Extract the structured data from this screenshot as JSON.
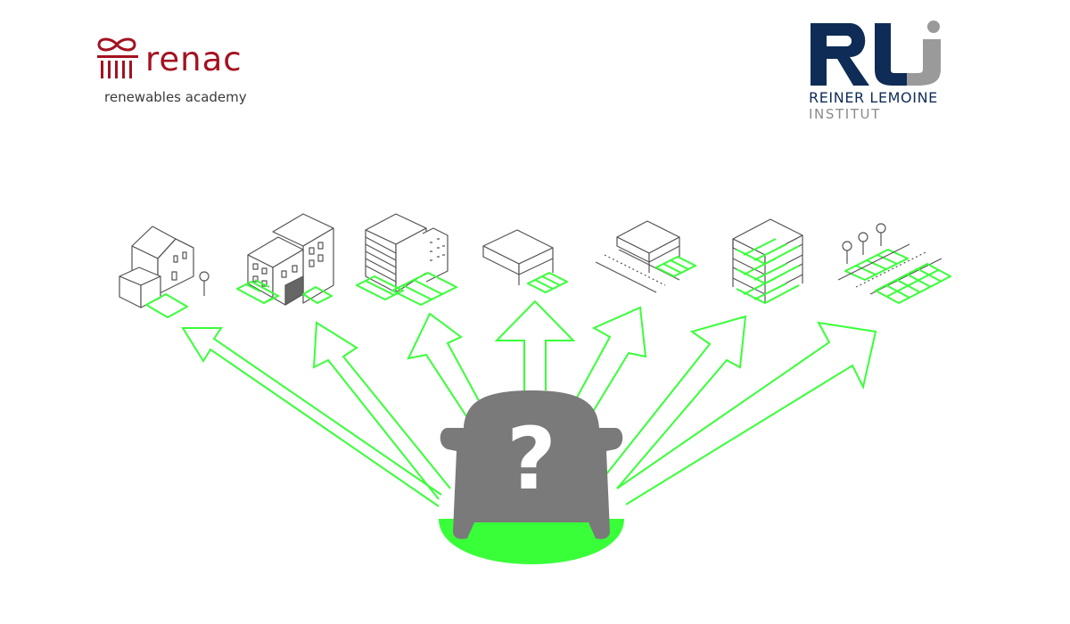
{
  "colors": {
    "accent_green": "#39ff39",
    "renac_red": "#a3121f",
    "rli_navy": "#0e2c55",
    "rli_gray": "#9a9a9a",
    "car_gray": "#7a7a7a",
    "line_gray": "#555555"
  },
  "logos": {
    "renac": {
      "name": "renac",
      "subtitle": "renewables academy"
    },
    "rli": {
      "line1": "REINER LEMOINE",
      "line2": "INSTITUT"
    }
  },
  "center": {
    "vehicle_icon": "car-icon",
    "symbol": "?"
  },
  "charging_locations": [
    {
      "icon": "detached-house-garage-icon"
    },
    {
      "icon": "apartment-building-icon"
    },
    {
      "icon": "office-building-icon"
    },
    {
      "icon": "supermarket-parking-icon"
    },
    {
      "icon": "roadside-canopy-icon"
    },
    {
      "icon": "parking-garage-icon"
    },
    {
      "icon": "street-parking-icon"
    }
  ]
}
